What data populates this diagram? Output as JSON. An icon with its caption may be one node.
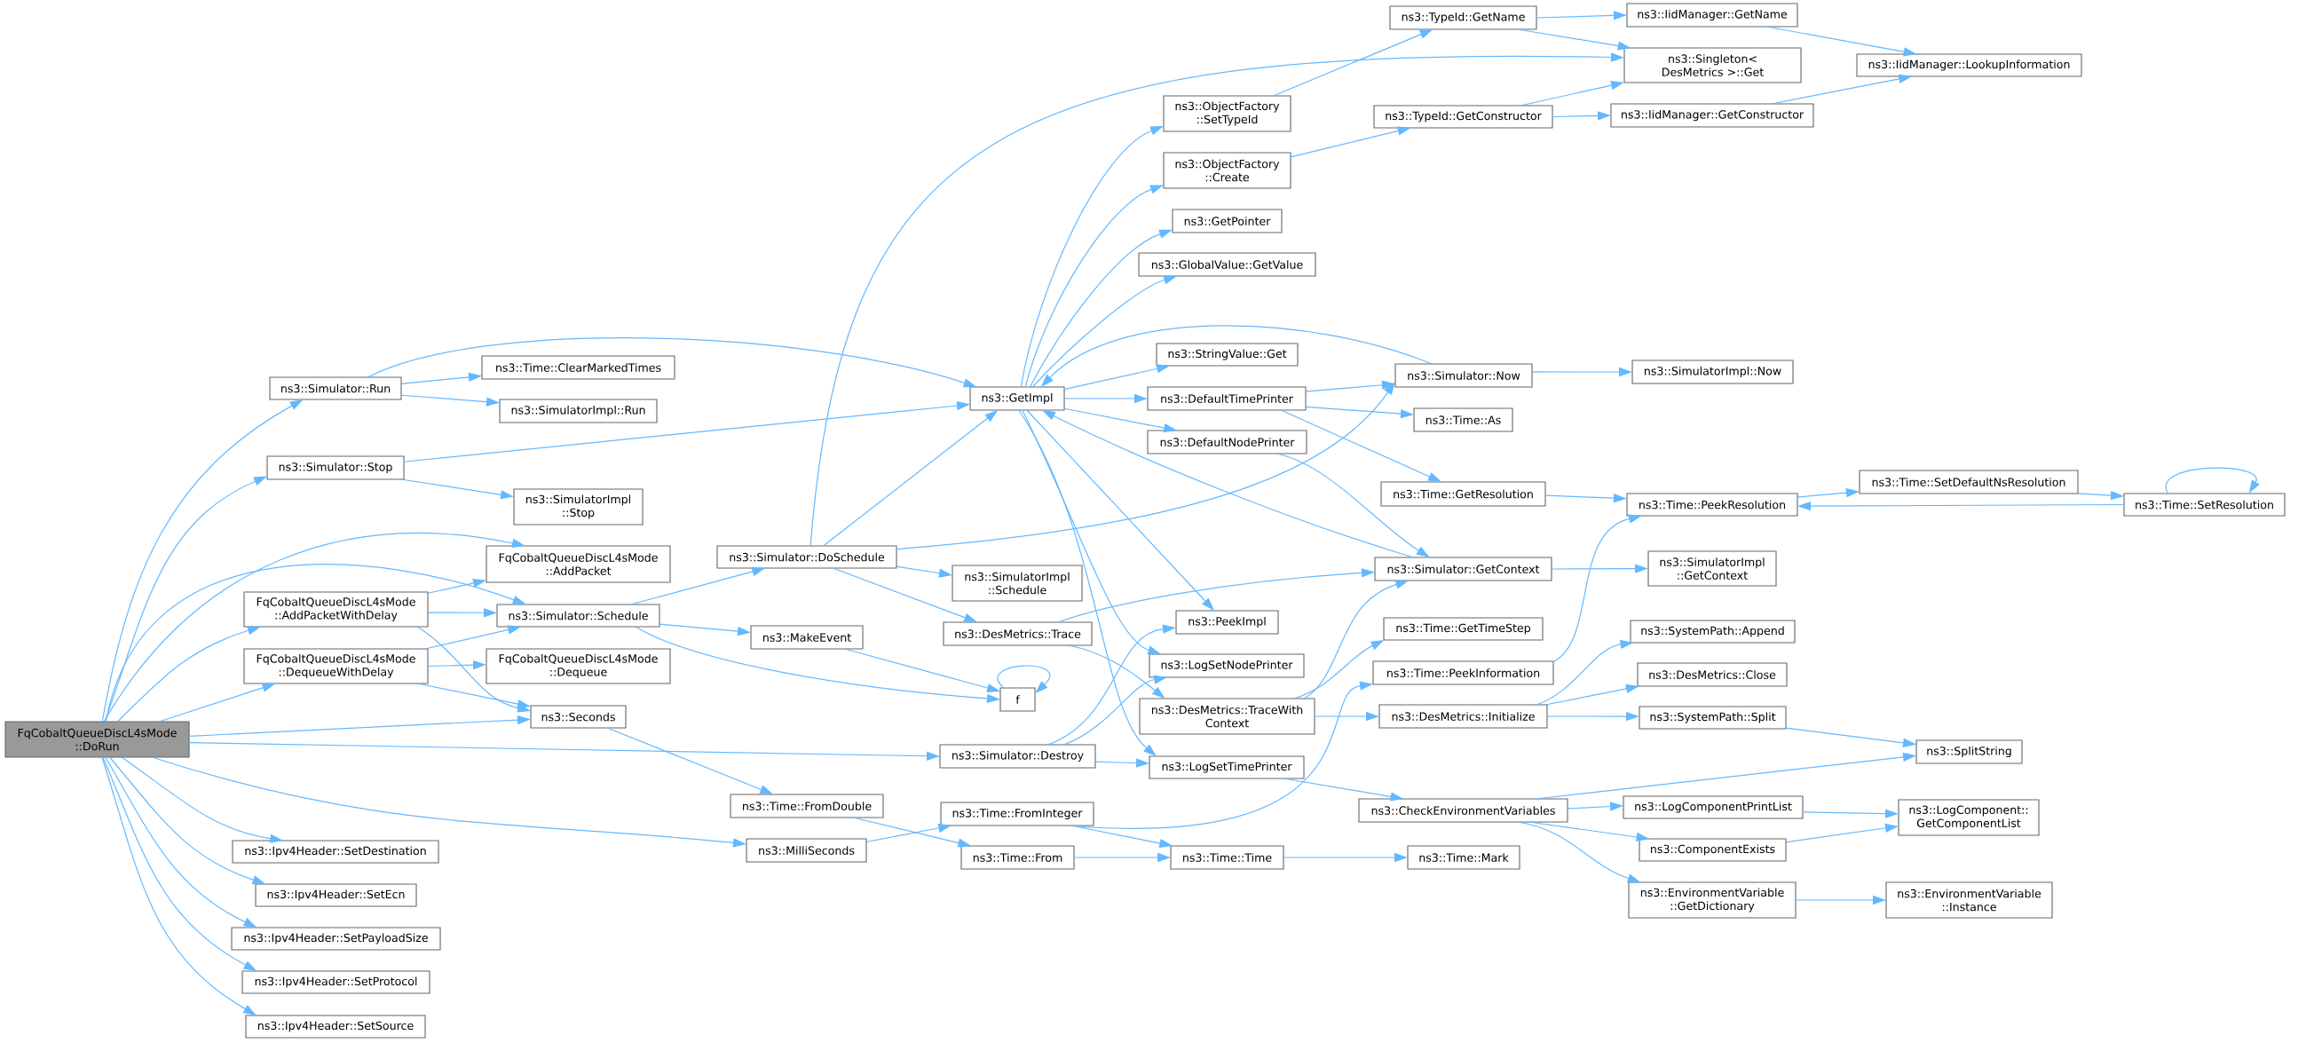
{
  "diagram": {
    "nodes": [
      {
        "text": [
          "FqCobaltQueueDiscL4sMode ::DoRun"
        ]
      },
      {
        "text": [
          "ns3::Simulator::Run"
        ]
      },
      {
        "text": [
          "ns3::Simulator::Stop"
        ]
      },
      {
        "text": [
          "FqCobaltQueueDiscL4sMode ::AddPacketWithDelay"
        ]
      },
      {
        "text": [
          "FqCobaltQueueDiscL4sMode ::DequeueWithDelay"
        ]
      },
      {
        "text": [
          "ns3::Ipv4Header::SetDestination"
        ]
      },
      {
        "text": [
          "ns3::Ipv4Header::SetEcn"
        ]
      },
      {
        "text": [
          "ns3::Ipv4Header::SetPayloadSize"
        ]
      },
      {
        "text": [
          "ns3::Ipv4Header::SetProtocol"
        ]
      },
      {
        "text": [
          "ns3::Ipv4Header::SetSource"
        ]
      },
      {
        "text": [
          "ns3::Time::ClearMarkedTimes"
        ]
      },
      {
        "text": [
          "ns3::SimulatorImpl::Run"
        ]
      },
      {
        "text": [
          "ns3::SimulatorImpl ::Stop"
        ]
      },
      {
        "text": [
          "FqCobaltQueueDiscL4sMode ::AddPacket"
        ]
      },
      {
        "text": [
          "ns3::Simulator::Schedule"
        ]
      },
      {
        "text": [
          "FqCobaltQueueDiscL4sMode ::Dequeue"
        ]
      },
      {
        "text": [
          "ns3::Seconds"
        ]
      },
      {
        "text": [
          "ns3::Simulator::DoSchedule"
        ]
      },
      {
        "text": [
          "ns3::MakeEvent"
        ]
      },
      {
        "text": [
          "ns3::Time::FromDouble"
        ]
      },
      {
        "text": [
          "ns3::MilliSeconds"
        ]
      },
      {
        "text": [
          "ns3::GetImpl"
        ]
      },
      {
        "text": [
          "ns3::SimulatorImpl ::Schedule"
        ]
      },
      {
        "text": [
          "ns3::DesMetrics::Trace"
        ]
      },
      {
        "text": [
          "f"
        ]
      },
      {
        "text": [
          "ns3::Simulator::Destroy"
        ]
      },
      {
        "text": [
          "ns3::Time::FromInteger"
        ]
      },
      {
        "text": [
          "ns3::Time::From"
        ]
      },
      {
        "text": [
          "ns3::ObjectFactory ::SetTypeId"
        ]
      },
      {
        "text": [
          "ns3::ObjectFactory ::Create"
        ]
      },
      {
        "text": [
          "ns3::GetPointer"
        ]
      },
      {
        "text": [
          "ns3::GlobalValue::GetValue"
        ]
      },
      {
        "text": [
          "ns3::StringValue::Get"
        ]
      },
      {
        "text": [
          "ns3::DefaultTimePrinter"
        ]
      },
      {
        "text": [
          "ns3::DefaultNodePrinter"
        ]
      },
      {
        "text": [
          "ns3::PeekImpl"
        ]
      },
      {
        "text": [
          "ns3::LogSetNodePrinter"
        ]
      },
      {
        "text": [
          "ns3::DesMetrics::TraceWith Context"
        ]
      },
      {
        "text": [
          "ns3::LogSetTimePrinter"
        ]
      },
      {
        "text": [
          "ns3::Time::Time"
        ]
      },
      {
        "text": [
          "ns3::TypeId::GetName"
        ]
      },
      {
        "text": [
          "ns3::TypeId::GetConstructor"
        ]
      },
      {
        "text": [
          "ns3::Simulator::Now"
        ]
      },
      {
        "text": [
          "ns3::Time::As"
        ]
      },
      {
        "text": [
          "ns3::Time::GetResolution"
        ]
      },
      {
        "text": [
          "ns3::Simulator::GetContext"
        ]
      },
      {
        "text": [
          "ns3::Time::GetTimeStep"
        ]
      },
      {
        "text": [
          "ns3::Time::PeekInformation"
        ]
      },
      {
        "text": [
          "ns3::DesMetrics::Initialize"
        ]
      },
      {
        "text": [
          "ns3::CheckEnvironmentVariables"
        ]
      },
      {
        "text": [
          "ns3::Time::Mark"
        ]
      },
      {
        "text": [
          "ns3::IidManager::GetName"
        ]
      },
      {
        "text": [
          "ns3::Singleton< DesMetrics >::Get"
        ]
      },
      {
        "text": [
          "ns3::IidManager::GetConstructor"
        ]
      },
      {
        "text": [
          "ns3::SimulatorImpl::Now"
        ]
      },
      {
        "text": [
          "ns3::Time::PeekResolution"
        ]
      },
      {
        "text": [
          "ns3::SimulatorImpl ::GetContext"
        ]
      },
      {
        "text": [
          "ns3::SystemPath::Append"
        ]
      },
      {
        "text": [
          "ns3::DesMetrics::Close"
        ]
      },
      {
        "text": [
          "ns3::SystemPath::Split"
        ]
      },
      {
        "text": [
          "ns3::LogComponentPrintList"
        ]
      },
      {
        "text": [
          "ns3::ComponentExists"
        ]
      },
      {
        "text": [
          "ns3::EnvironmentVariable ::GetDictionary"
        ]
      },
      {
        "text": [
          "ns3::IidManager::LookupInformation"
        ]
      },
      {
        "text": [
          "ns3::Time::SetDefaultNsResolution"
        ]
      },
      {
        "text": [
          "ns3::SplitString"
        ]
      },
      {
        "text": [
          "ns3::LogComponent:: GetComponentList"
        ]
      },
      {
        "text": [
          "ns3::EnvironmentVariable ::Instance"
        ]
      },
      {
        "text": [
          "ns3::Time::SetResolution"
        ]
      }
    ],
    "edges": [
      {
        "from": 0,
        "to": 1,
        "arrow": "to"
      },
      {
        "from": 0,
        "to": 2,
        "arrow": "to"
      },
      {
        "from": 0,
        "to": 3,
        "arrow": "to"
      },
      {
        "from": 0,
        "to": 4,
        "arrow": "to"
      },
      {
        "from": 0,
        "to": 5,
        "arrow": "to"
      },
      {
        "from": 0,
        "to": 6,
        "arrow": "to"
      },
      {
        "from": 0,
        "to": 7,
        "arrow": "to"
      },
      {
        "from": 0,
        "to": 8,
        "arrow": "to"
      },
      {
        "from": 0,
        "to": 9,
        "arrow": "to"
      },
      {
        "from": 0,
        "to": 13,
        "arrow": "to"
      },
      {
        "from": 0,
        "to": 14,
        "arrow": "to"
      },
      {
        "from": 0,
        "to": 16,
        "arrow": "to"
      },
      {
        "from": 0,
        "to": 20,
        "arrow": "to"
      },
      {
        "from": 0,
        "to": 25,
        "arrow": "to"
      },
      {
        "from": 1,
        "to": 10,
        "arrow": "to"
      },
      {
        "from": 1,
        "to": 11,
        "arrow": "to"
      },
      {
        "from": 1,
        "to": 21,
        "arrow": "to"
      },
      {
        "from": 2,
        "to": 12,
        "arrow": "to"
      },
      {
        "from": 2,
        "to": 21,
        "arrow": "to"
      },
      {
        "from": 3,
        "to": 13,
        "arrow": "to"
      },
      {
        "from": 3,
        "to": 14,
        "arrow": "to"
      },
      {
        "from": 3,
        "to": 16,
        "arrow": "to"
      },
      {
        "from": 4,
        "to": 14,
        "arrow": "to"
      },
      {
        "from": 4,
        "to": 15,
        "arrow": "to"
      },
      {
        "from": 4,
        "to": 16,
        "arrow": "to"
      },
      {
        "from": 14,
        "to": 17,
        "arrow": "to"
      },
      {
        "from": 14,
        "to": 18,
        "arrow": "to"
      },
      {
        "from": 14,
        "to": 24,
        "arrow": "to"
      },
      {
        "from": 16,
        "to": 19,
        "arrow": "to"
      },
      {
        "from": 17,
        "to": 21,
        "arrow": "to"
      },
      {
        "from": 17,
        "to": 22,
        "arrow": "to"
      },
      {
        "from": 17,
        "to": 23,
        "arrow": "to"
      },
      {
        "from": 17,
        "to": 42,
        "arrow": "to"
      },
      {
        "from": 17,
        "to": 52,
        "arrow": "to"
      },
      {
        "from": 18,
        "to": 24,
        "arrow": "to"
      },
      {
        "from": 19,
        "to": 27,
        "arrow": "to"
      },
      {
        "from": 20,
        "to": 26,
        "arrow": "to"
      },
      {
        "from": 21,
        "to": 28,
        "arrow": "to"
      },
      {
        "from": 21,
        "to": 29,
        "arrow": "to"
      },
      {
        "from": 21,
        "to": 30,
        "arrow": "to"
      },
      {
        "from": 21,
        "to": 31,
        "arrow": "to"
      },
      {
        "from": 21,
        "to": 32,
        "arrow": "to"
      },
      {
        "from": 21,
        "to": 33,
        "arrow": "to"
      },
      {
        "from": 21,
        "to": 34,
        "arrow": "to"
      },
      {
        "from": 21,
        "to": 35,
        "arrow": "to"
      },
      {
        "from": 21,
        "to": 36,
        "arrow": "to"
      },
      {
        "from": 21,
        "to": 38,
        "arrow": "to"
      },
      {
        "from": 23,
        "to": 37,
        "arrow": "to"
      },
      {
        "from": 23,
        "to": 45,
        "arrow": "to"
      },
      {
        "from": 24,
        "to": 24,
        "arrow": "to"
      },
      {
        "from": 25,
        "to": 35,
        "arrow": "to"
      },
      {
        "from": 25,
        "to": 36,
        "arrow": "to"
      },
      {
        "from": 25,
        "to": 38,
        "arrow": "to"
      },
      {
        "from": 26,
        "to": 39,
        "arrow": "to"
      },
      {
        "from": 26,
        "to": 47,
        "arrow": "to"
      },
      {
        "from": 27,
        "to": 39,
        "arrow": "to"
      },
      {
        "from": 28,
        "to": 40,
        "arrow": "to"
      },
      {
        "from": 29,
        "to": 41,
        "arrow": "to"
      },
      {
        "from": 33,
        "to": 42,
        "arrow": "to"
      },
      {
        "from": 33,
        "to": 43,
        "arrow": "to"
      },
      {
        "from": 33,
        "to": 44,
        "arrow": "to"
      },
      {
        "from": 34,
        "to": 45,
        "arrow": "to"
      },
      {
        "from": 37,
        "to": 45,
        "arrow": "to"
      },
      {
        "from": 37,
        "to": 46,
        "arrow": "to"
      },
      {
        "from": 37,
        "to": 48,
        "arrow": "to"
      },
      {
        "from": 38,
        "to": 49,
        "arrow": "to"
      },
      {
        "from": 39,
        "to": 50,
        "arrow": "to"
      },
      {
        "from": 40,
        "to": 51,
        "arrow": "to"
      },
      {
        "from": 40,
        "to": 52,
        "arrow": "to"
      },
      {
        "from": 41,
        "to": 52,
        "arrow": "to"
      },
      {
        "from": 41,
        "to": 53,
        "arrow": "to"
      },
      {
        "from": 42,
        "to": 21,
        "arrow": "to"
      },
      {
        "from": 42,
        "to": 54,
        "arrow": "to"
      },
      {
        "from": 44,
        "to": 55,
        "arrow": "to"
      },
      {
        "from": 45,
        "to": 21,
        "arrow": "to"
      },
      {
        "from": 45,
        "to": 56,
        "arrow": "to"
      },
      {
        "from": 47,
        "to": 55,
        "arrow": "to"
      },
      {
        "from": 48,
        "to": 57,
        "arrow": "to"
      },
      {
        "from": 48,
        "to": 58,
        "arrow": "to"
      },
      {
        "from": 48,
        "to": 59,
        "arrow": "to"
      },
      {
        "from": 49,
        "to": 60,
        "arrow": "to"
      },
      {
        "from": 49,
        "to": 61,
        "arrow": "to"
      },
      {
        "from": 49,
        "to": 62,
        "arrow": "to"
      },
      {
        "from": 49,
        "to": 65,
        "arrow": "to"
      },
      {
        "from": 51,
        "to": 63,
        "arrow": "to"
      },
      {
        "from": 53,
        "to": 63,
        "arrow": "to"
      },
      {
        "from": 55,
        "to": 64,
        "arrow": "to"
      },
      {
        "from": 59,
        "to": 65,
        "arrow": "to"
      },
      {
        "from": 60,
        "to": 66,
        "arrow": "to"
      },
      {
        "from": 61,
        "to": 66,
        "arrow": "to"
      },
      {
        "from": 62,
        "to": 67,
        "arrow": "to"
      },
      {
        "from": 64,
        "to": 68,
        "arrow": "to"
      },
      {
        "from": 68,
        "to": 55,
        "arrow": "to"
      },
      {
        "from": 68,
        "to": 68,
        "arrow": "to"
      }
    ]
  }
}
